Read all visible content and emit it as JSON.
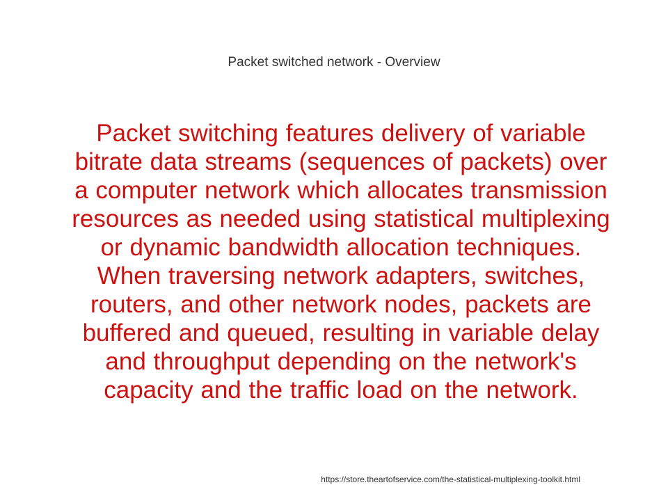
{
  "slide": {
    "title": "Packet switched network - Overview",
    "body": "Packet switching features delivery of variable bitrate data streams (sequences of packets) over a computer network which allocates transmission resources as needed using statistical multiplexing or dynamic bandwidth allocation techniques. When traversing network adapters, switches, routers, and other network nodes, packets are buffered and queued, resulting in variable delay and throughput depending on the network's capacity and the traffic load on the network.",
    "source_url": "https://store.theartofservice.com/the-statistical-multiplexing-toolkit.html"
  },
  "colors": {
    "title": "#333333",
    "body": "#cc1111",
    "background": "#ffffff"
  }
}
